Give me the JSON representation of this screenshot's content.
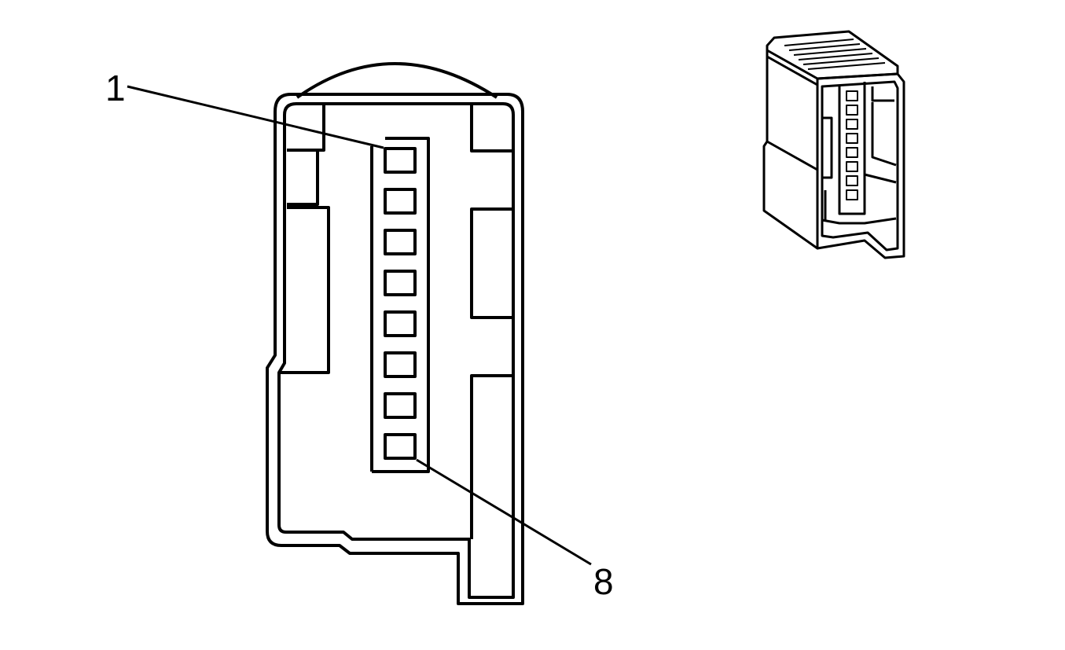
{
  "diagram": {
    "callouts": {
      "first_pin": "1",
      "last_pin": "8"
    },
    "pin_count": 8,
    "colors": {
      "line": "#000000",
      "background": "#ffffff"
    }
  }
}
